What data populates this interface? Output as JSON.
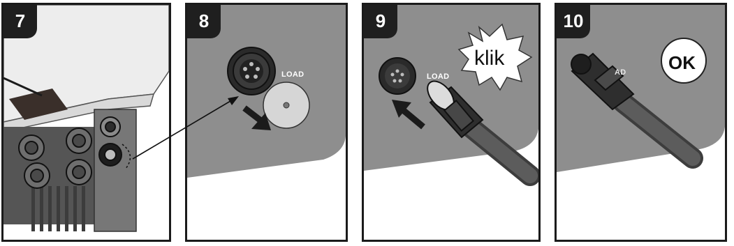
{
  "steps": [
    {
      "number": "7"
    },
    {
      "number": "8",
      "port_label": "LOAD"
    },
    {
      "number": "9",
      "port_label": "LOAD",
      "sound_text": "klik"
    },
    {
      "number": "10",
      "port_label": "AD",
      "status_text": "OK"
    }
  ],
  "colors": {
    "panel_gray": "#8e8e8e",
    "badge": "#1f1f1f",
    "ink": "#111111"
  }
}
